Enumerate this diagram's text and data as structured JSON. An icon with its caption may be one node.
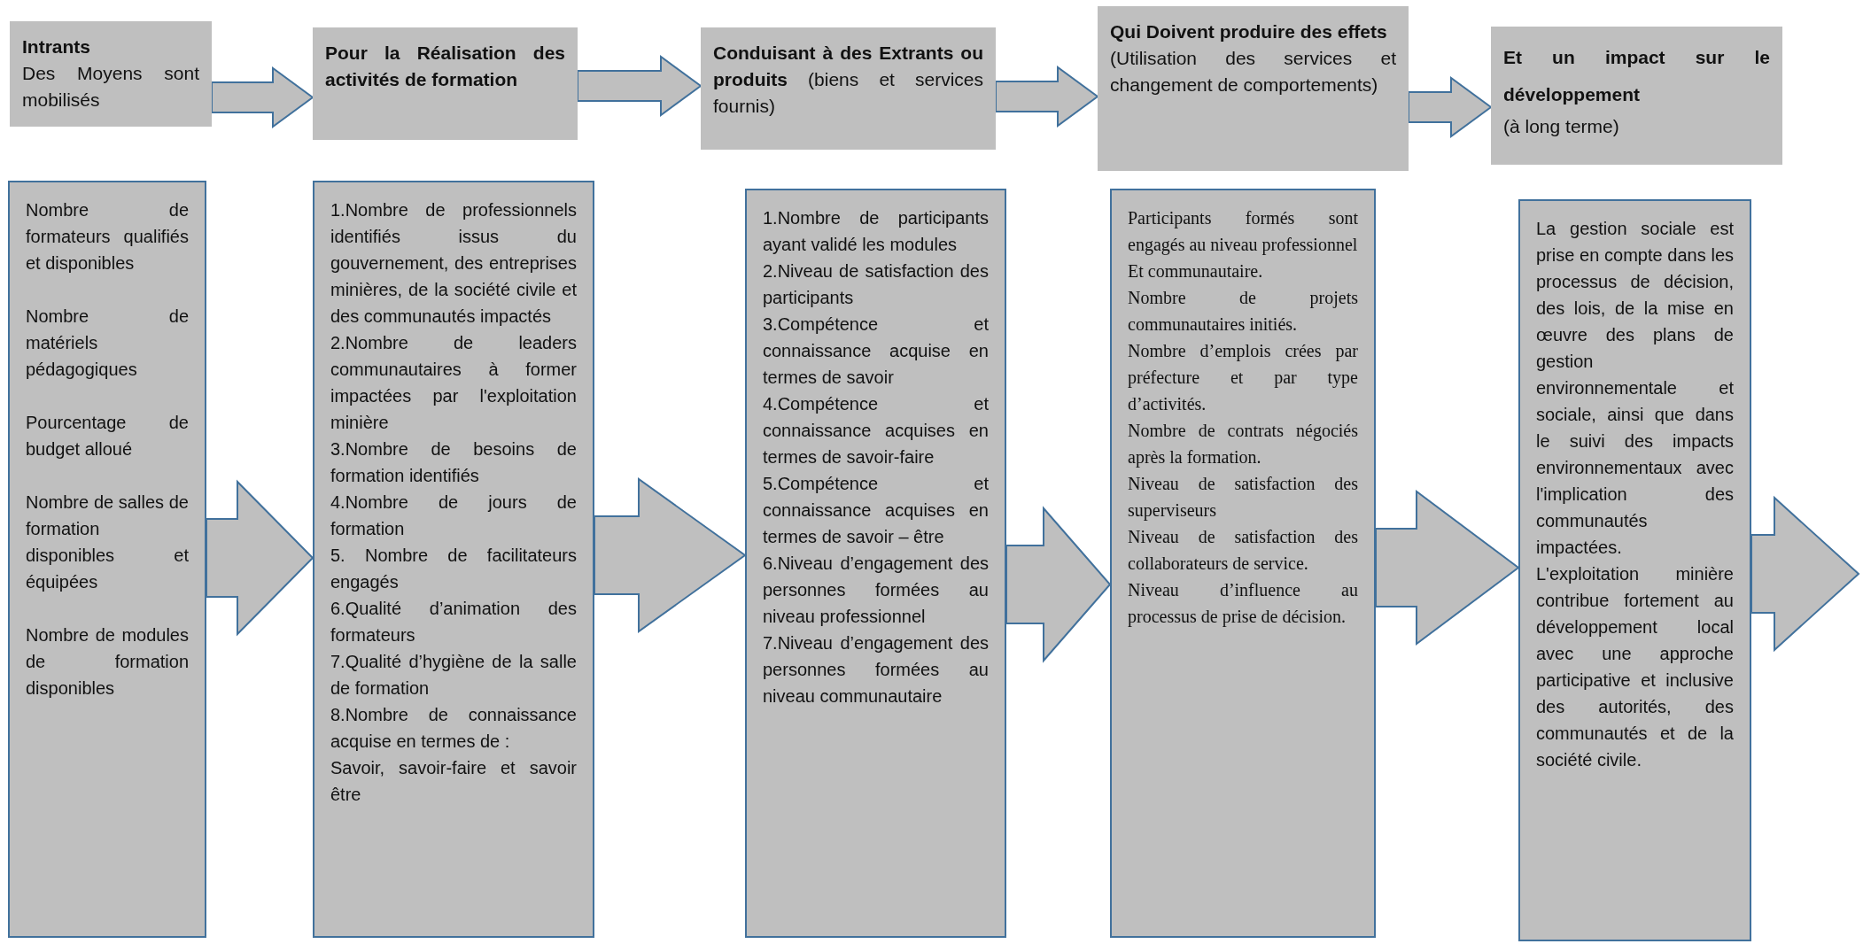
{
  "diagram": {
    "nodes": [
      {
        "text": [
          "Intrants",
          "Des Moyens sont mobilisés"
        ]
      },
      {
        "text": [
          "Pour la Réalisation des activités de formation"
        ]
      },
      {
        "text": [
          "**Conduisant à des Extrants ou produits** (biens et services fournis)"
        ]
      },
      {
        "text": [
          "Qui Doivent produire des effets",
          "(Utilisation des services et changement de comportements)"
        ]
      },
      {
        "text": [
          "Et un impact sur le développement",
          "(à long terme)"
        ]
      },
      {
        "text": [
          "Nombre de formateurs qualifiés et disponibles",
          "Nombre de matériels pédagogiques",
          "Pourcentage de budget alloué",
          "Nombre de salles de formation disponibles et équipées",
          "Nombre de modules de formation disponibles"
        ]
      },
      {
        "text": [
          "1.Nombre de professionnels identifiés issus du gouvernement, des entreprises minières, de la société civile et des communautés impactés",
          "2.Nombre de leaders communautaires à former impactées par l'exploitation minière",
          "3.Nombre de besoins de formation identifiés",
          "4.Nombre de jours de formation",
          "5. Nombre de facilitateurs engagés",
          "6.Qualité d’animation des formateurs",
          "7.Qualité d’hygiène de la salle de formation",
          "8.Nombre de connaissance acquise en termes de :",
          "Savoir, savoir-faire et savoir être"
        ]
      },
      {
        "text": [
          "1.Nombre de participants ayant validé les modules",
          "2.Niveau de satisfaction des participants",
          "3.Compétence et connaissance acquise en termes de savoir",
          "4.Compétence et connaissance acquises en termes de savoir-faire",
          "5.Compétence et connaissance acquises en termes de savoir – être",
          "6.Niveau d’engagement des personnes formées au niveau professionnel",
          "7.Niveau d’engagement des personnes formées au niveau communautaire"
        ]
      },
      {
        "text": [
          "Participants formés sont engagés au niveau professionnel",
          "Et communautaire.",
          "Nombre de projets communautaires initiés.",
          "Nombre d’emplois crées par préfecture et par type d’activités.",
          "Nombre de contrats négociés après la formation.",
          "Niveau de satisfaction des superviseurs",
          "Niveau de satisfaction des collaborateurs de service.",
          "Niveau d’influence au processus de prise de décision."
        ]
      },
      {
        "text": [
          "La gestion sociale est prise en compte dans les processus de décision, des lois, de la mise en œuvre des plans de gestion environnementale et sociale, ainsi que dans le suivi des impacts environnementaux avec l'implication des communautés impactées.",
          "L'exploitation minière contribue fortement au développement local avec une approche participative et inclusive des autorités, des communautés et de la société civile."
        ]
      }
    ],
    "edges": [
      {
        "from": 0,
        "to": 1,
        "arrow": "to"
      },
      {
        "from": 1,
        "to": 2,
        "arrow": "to"
      },
      {
        "from": 2,
        "to": 3,
        "arrow": "to"
      },
      {
        "from": 3,
        "to": 4,
        "arrow": "to"
      },
      {
        "from": 5,
        "to": 6,
        "arrow": "to"
      },
      {
        "from": 6,
        "to": 7,
        "arrow": "to"
      },
      {
        "from": 7,
        "to": 8,
        "arrow": "to"
      },
      {
        "from": 8,
        "to": 9,
        "arrow": "to"
      },
      {
        "from": 9,
        "to": null,
        "arrow": "to"
      }
    ]
  }
}
